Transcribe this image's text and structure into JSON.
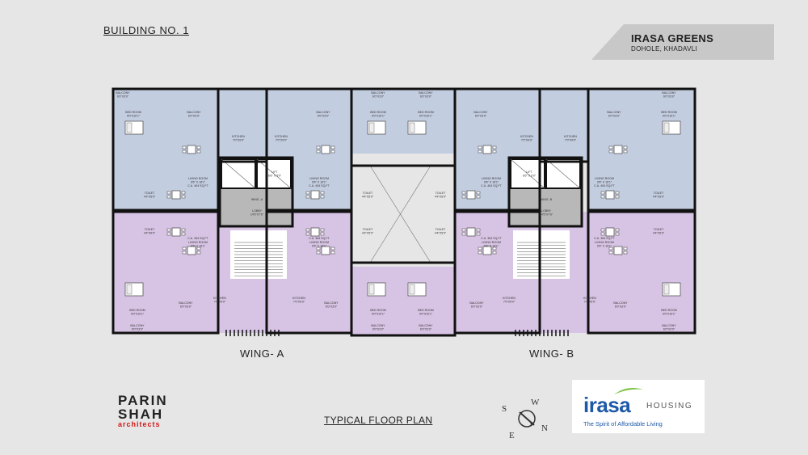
{
  "header": {
    "building": "BUILDING NO. 1",
    "project_name": "IRASA GREENS",
    "project_location": "DOHOLE, KHADAVLI"
  },
  "wings": {
    "a": "WING- A",
    "b": "WING- B"
  },
  "plan_title": "TYPICAL FLOOR PLAN",
  "architect": {
    "line1": "PARIN",
    "line2": "SHAH",
    "line3": "architects"
  },
  "developer": {
    "brand": "irasa",
    "housing": "HOUSING",
    "tagline": "The Spirit of Affordable Living"
  },
  "compass": {
    "n": "N",
    "s": "S",
    "e": "E",
    "w": "W"
  },
  "colors": {
    "background": "#e6e6e6",
    "flat_blue": "#c3cde0",
    "flat_purple": "#d7c3e3",
    "core_grey": "#b8b8b8",
    "wall": "#111111",
    "brand_blue": "#1e5aa8",
    "brand_green": "#7bc242",
    "architect_red": "#d01818"
  },
  "plan_labels": {
    "balcony": "BALCONY",
    "balcony_dim": "6'0\"X3'0\"",
    "bed_room": "BED ROOM",
    "bed_room_dim": "9'0\"X10'1\"",
    "kitchen": "KITCHEN",
    "kitchen_dim": "7'0\"X9'0\"",
    "living_room": "LIVING ROOM",
    "living_room_dim": "9'6\" X 16'1\"",
    "ca_404": "C.A. 404 SQ.FT",
    "ca_364": "C.A. 364 SQ.FT",
    "toilet": "TOILET",
    "toilet_dim": "4'4\"X5'0\"",
    "lift": "LIFT",
    "lift_dim": "6'6\" X 5'0\"",
    "lobby": "LOBBY",
    "lobby_dim": "14'5\"X7'6\"",
    "wing_a_core": "WING -A",
    "wing_b_core": "WING -B"
  }
}
